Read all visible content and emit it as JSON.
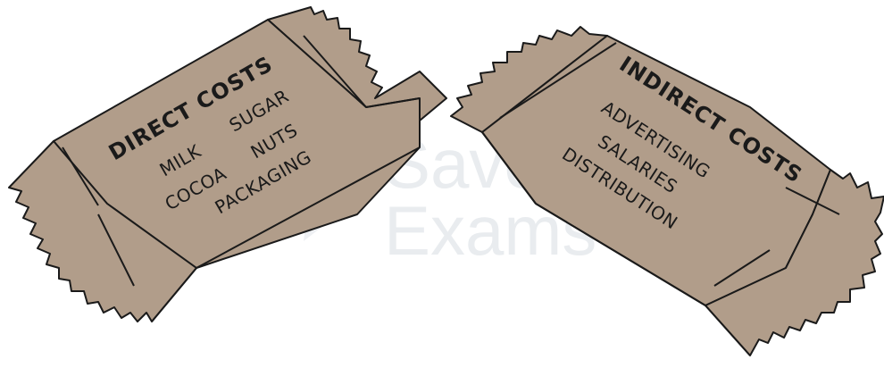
{
  "colors": {
    "wrapper_fill": "#b19d8a",
    "outline": "#1a1a1a",
    "background": "#ffffff",
    "watermark": "#e9ecef"
  },
  "watermark": {
    "line1": "Save My",
    "line2": "Exams"
  },
  "direct_bar": {
    "title": "DIRECT COSTS",
    "items": [
      "MILK",
      "SUGAR",
      "COCOA",
      "NUTS",
      "PACKAGING"
    ]
  },
  "indirect_bar": {
    "title": "INDIRECT COSTS",
    "items": [
      "ADVERTISING",
      "SALARIES",
      "DISTRIBUTION"
    ]
  }
}
